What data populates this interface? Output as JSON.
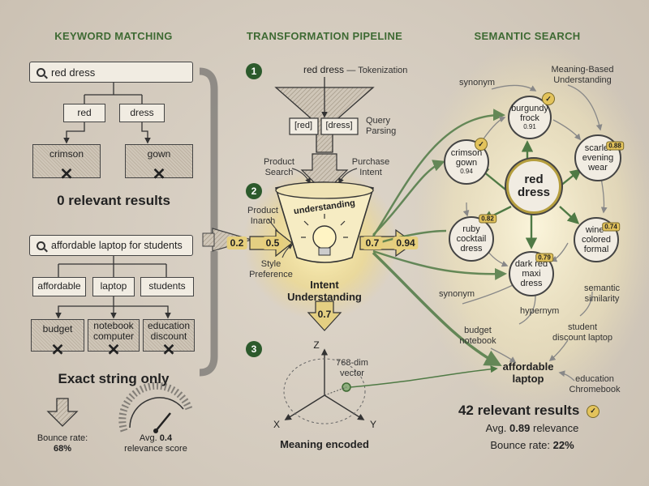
{
  "columns": {
    "left_title": "KEYWORD MATCHING",
    "middle_title": "TRANSFORMATION PIPELINE",
    "right_title": "SEMANTIC SEARCH"
  },
  "keyword": {
    "query1": "red dress",
    "q1_terms": [
      "red",
      "dress"
    ],
    "q1_matches": [
      "crimson",
      "gown"
    ],
    "q1_result": "0 relevant results",
    "query2": "affordable laptop for students",
    "q2_terms": [
      "affordable",
      "laptop",
      "students"
    ],
    "q2_matches": [
      "budget",
      "notebook computer",
      "education discount"
    ],
    "q2_result": "Exact string only",
    "bounce_label": "Bounce rate:",
    "bounce_value": "68%",
    "gauge_prefix": "Avg.",
    "gauge_value": "0.4",
    "gauge_suffix": "relevance score"
  },
  "pipeline": {
    "step1": "1",
    "step2": "2",
    "step3": "3",
    "query": "red dress",
    "tokenization": "— Tokenization",
    "tokens": [
      "[red]",
      "[dress]"
    ],
    "query_parsing": "Query Parsing",
    "product_search": "Product Search",
    "purchase_intent": "Purchase Intent",
    "product_inarch": "Product Inarch",
    "style_preference": "Style Preference",
    "funnel_text": "understanding",
    "intent": "Intent Understanding",
    "in_values": [
      "0.2",
      "0.5"
    ],
    "out_values": [
      "0.7",
      "0.94"
    ],
    "down_value": "0.7",
    "vector_label": "768-dim vector",
    "axes": [
      "Z",
      "X",
      "Y"
    ],
    "encoded": "Meaning encoded"
  },
  "semantic": {
    "center": "red dress",
    "meaning_label": "Meaning-Based Understanding",
    "nodes": [
      {
        "name": "burgundy frock",
        "score": "0.91"
      },
      {
        "name": "crimson gown",
        "score": "0.94"
      },
      {
        "name": "scarlet evening wear",
        "score": "0.88"
      },
      {
        "name": "ruby cocktail dress",
        "score": "0.82"
      },
      {
        "name": "wine-colored formal",
        "score": "0.74"
      },
      {
        "name": "dark red maxi dress",
        "score": "0.79"
      }
    ],
    "edge_labels": [
      "synonym",
      "synonym",
      "hypernym",
      "semantic similarity"
    ],
    "laptop_node": "affordable laptop",
    "laptop_links": [
      "budget notebook",
      "student discount laptop",
      "education Chromebook"
    ],
    "result": "42 relevant results",
    "avg_prefix": "Avg.",
    "avg_value": "0.89",
    "avg_suffix": "relevance",
    "bounce_prefix": "Bounce rate:",
    "bounce_value": "22%"
  },
  "colors": {
    "accent_green": "#3e6a33",
    "gold": "#e3c35b",
    "dark": "#222222"
  }
}
